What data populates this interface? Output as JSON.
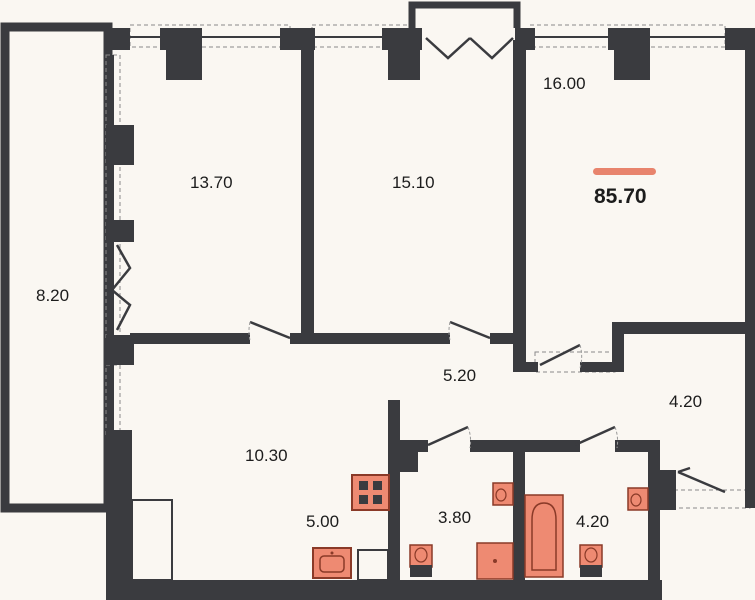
{
  "floorplan": {
    "total_area": "85.70",
    "colors": {
      "wall": "#3a3b3f",
      "background": "#faf7f2",
      "fixture": "#ee8a72",
      "fixture_outline": "#8a3a28",
      "accent_bar": "#e8846d"
    },
    "rooms": [
      {
        "id": "balcony",
        "area": "8.20"
      },
      {
        "id": "bedroom-1",
        "area": "13.70"
      },
      {
        "id": "bedroom-2",
        "area": "15.10"
      },
      {
        "id": "living-room",
        "area": "16.00"
      },
      {
        "id": "hallway",
        "area": "5.20"
      },
      {
        "id": "storage",
        "area": "4.20"
      },
      {
        "id": "living-kitchen",
        "area": "10.30"
      },
      {
        "id": "kitchen",
        "area": "5.00"
      },
      {
        "id": "bathroom-1",
        "area": "3.80"
      },
      {
        "id": "bathroom-2",
        "area": "4.20"
      }
    ]
  }
}
